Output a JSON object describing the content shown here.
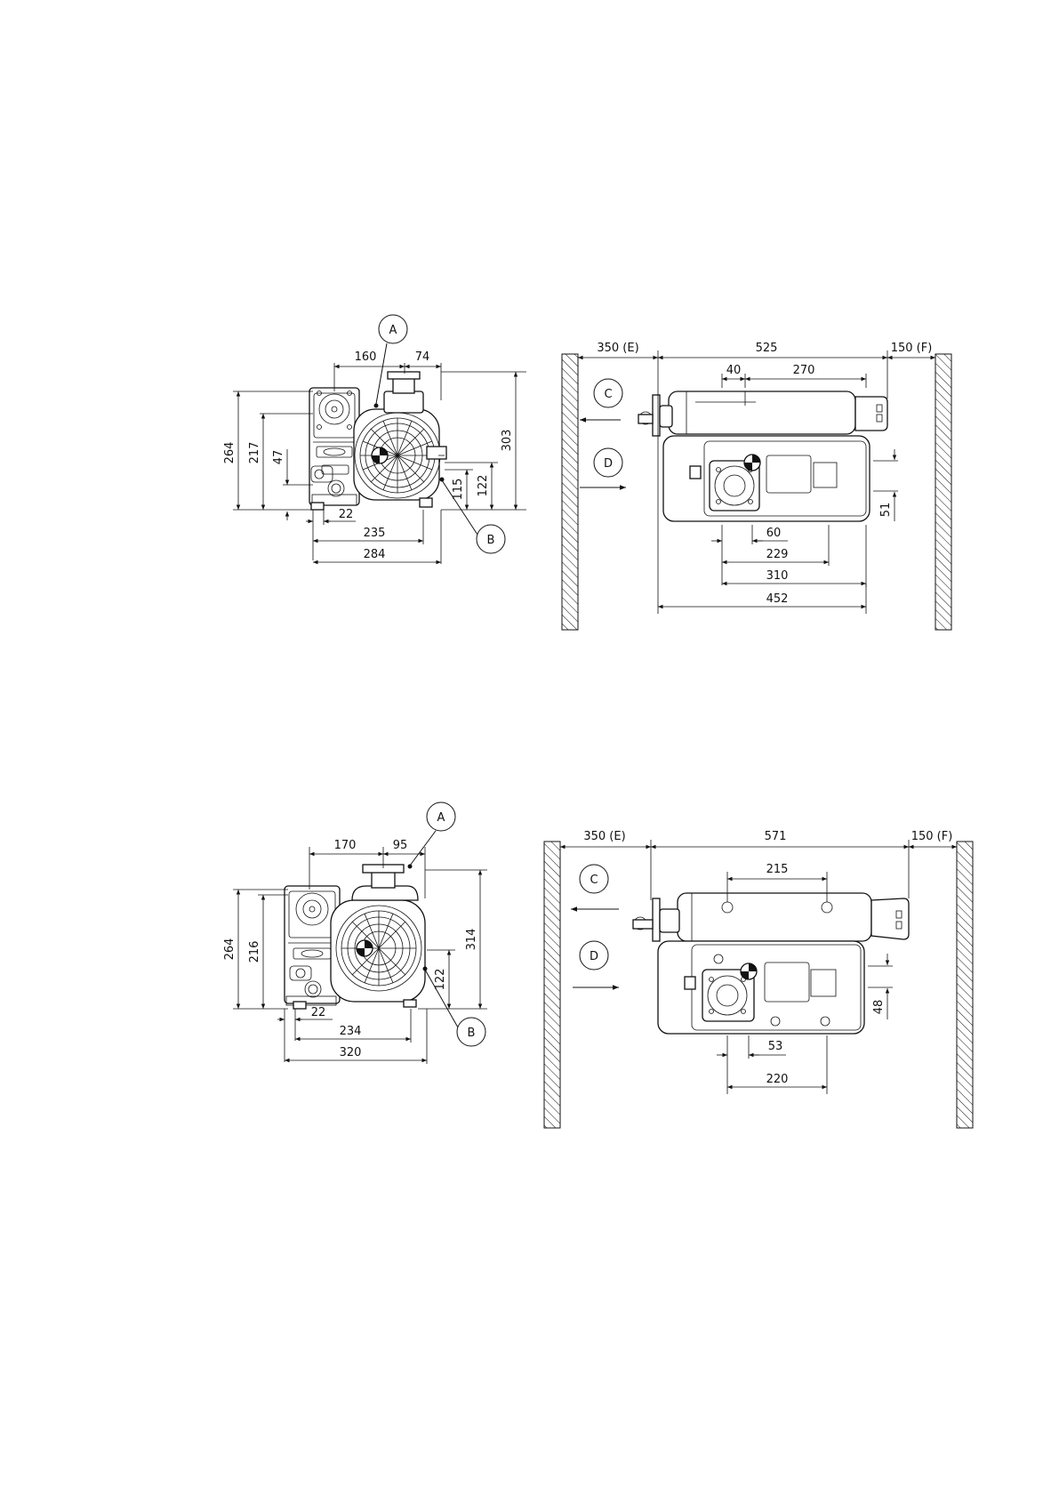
{
  "figure_top": {
    "front_view": {
      "label_a": "A",
      "label_b": "B",
      "dims": {
        "w160": "160",
        "w74": "74",
        "h264": "264",
        "h217": "217",
        "h47": "47",
        "h303": "303",
        "h115": "115",
        "h122": "122",
        "w22": "22",
        "w235": "235",
        "w284": "284"
      }
    },
    "side_view": {
      "label_c": "C",
      "label_d": "D",
      "dims": {
        "clear_e": "350 (E)",
        "w525": "525",
        "clear_f": "150 (F)",
        "w40": "40",
        "w270": "270",
        "h51": "51",
        "w60": "60",
        "w229": "229",
        "w310": "310",
        "w452": "452"
      }
    }
  },
  "figure_bottom": {
    "front_view": {
      "label_a": "A",
      "label_b": "B",
      "dims": {
        "w170": "170",
        "w95": "95",
        "h264": "264",
        "h216": "216",
        "h122": "122",
        "h314": "314",
        "w22": "22",
        "w234": "234",
        "w320": "320"
      }
    },
    "side_view": {
      "label_c": "C",
      "label_d": "D",
      "dims": {
        "clear_e": "350 (E)",
        "w571": "571",
        "clear_f": "150 (F)",
        "w215": "215",
        "h48": "48",
        "w53": "53",
        "w220": "220"
      }
    }
  }
}
